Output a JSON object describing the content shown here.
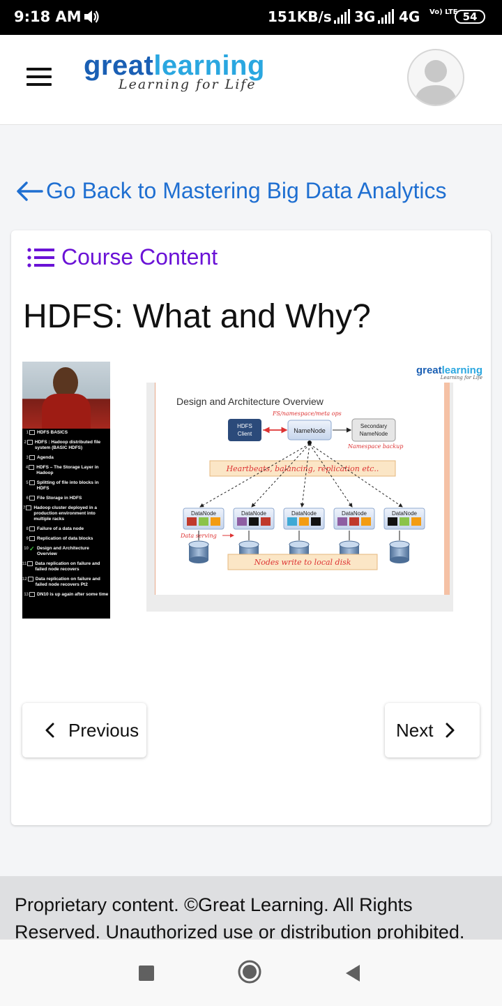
{
  "status_bar": {
    "time": "9:18 AM",
    "network_speed": "151KB/s",
    "network_3g": "3G",
    "network_4g": "4G",
    "volte": "Vo) LTE",
    "battery": "54"
  },
  "header": {
    "logo_great": "great",
    "logo_learning": "learning",
    "logo_tagline": "Learning for Life"
  },
  "back_link": "Go Back to Mastering Big Data Analytics",
  "course_content_label": "Course Content",
  "lesson_title": "HDFS: What and Why?",
  "video": {
    "playlist": [
      {
        "num": "1",
        "label": "HDFS BASICS",
        "done": false
      },
      {
        "num": "2",
        "label": "HDFS : Hadoop distributed file system (BASIC HDFS)",
        "done": false
      },
      {
        "num": "3",
        "label": "Agenda",
        "done": false
      },
      {
        "num": "4",
        "label": "HDFS – The Storage Layer in Hadoop",
        "done": false
      },
      {
        "num": "5",
        "label": "Splitting of file into blocks in HDFS",
        "done": false
      },
      {
        "num": "6",
        "label": "File Storage in HDFS",
        "done": false
      },
      {
        "num": "7",
        "label": "Hadoop cluster deployed in a production environment into multiple racks",
        "done": false
      },
      {
        "num": "8",
        "label": "Failure of a data node",
        "done": false
      },
      {
        "num": "9",
        "label": "Replication of data blocks",
        "done": false
      },
      {
        "num": "10",
        "label": "Design and Architecture Overview",
        "done": true
      },
      {
        "num": "11",
        "label": "Data replication on failure and failed node recovers",
        "done": false
      },
      {
        "num": "12",
        "label": "Data replication on failure and failed node recovers Pt2",
        "done": false
      },
      {
        "num": "13",
        "label": "DN10 is up again after some time",
        "done": false
      }
    ],
    "slide": {
      "logo_great": "great",
      "logo_learning": "learning",
      "logo_tagline": "Learning for Life",
      "heading": "Design and Architecture Overview",
      "fs_note": "FS/namespace/meta ops",
      "hdfs_client": "HDFS Client",
      "namenode": "NameNode",
      "secondary_namenode": "Secondary NameNode",
      "namespace_backup": "Namespace backup",
      "heartbeats": "Heartbeats, balancing, replication etc..",
      "datanode": "DataNode",
      "data_serving": "Data serving",
      "nodes_write": "Nodes write to local disk"
    }
  },
  "buttons": {
    "previous": "Previous",
    "next": "Next"
  },
  "footer_text": "Proprietary content. ©Great Learning. All Rights Reserved. Unauthorized use or distribution prohibited.",
  "colors": {
    "link_blue": "#1f6fd1",
    "course_purple": "#6a12d6",
    "logo_dark_blue": "#1a5fb4",
    "logo_light_blue": "#2aa7e0"
  }
}
